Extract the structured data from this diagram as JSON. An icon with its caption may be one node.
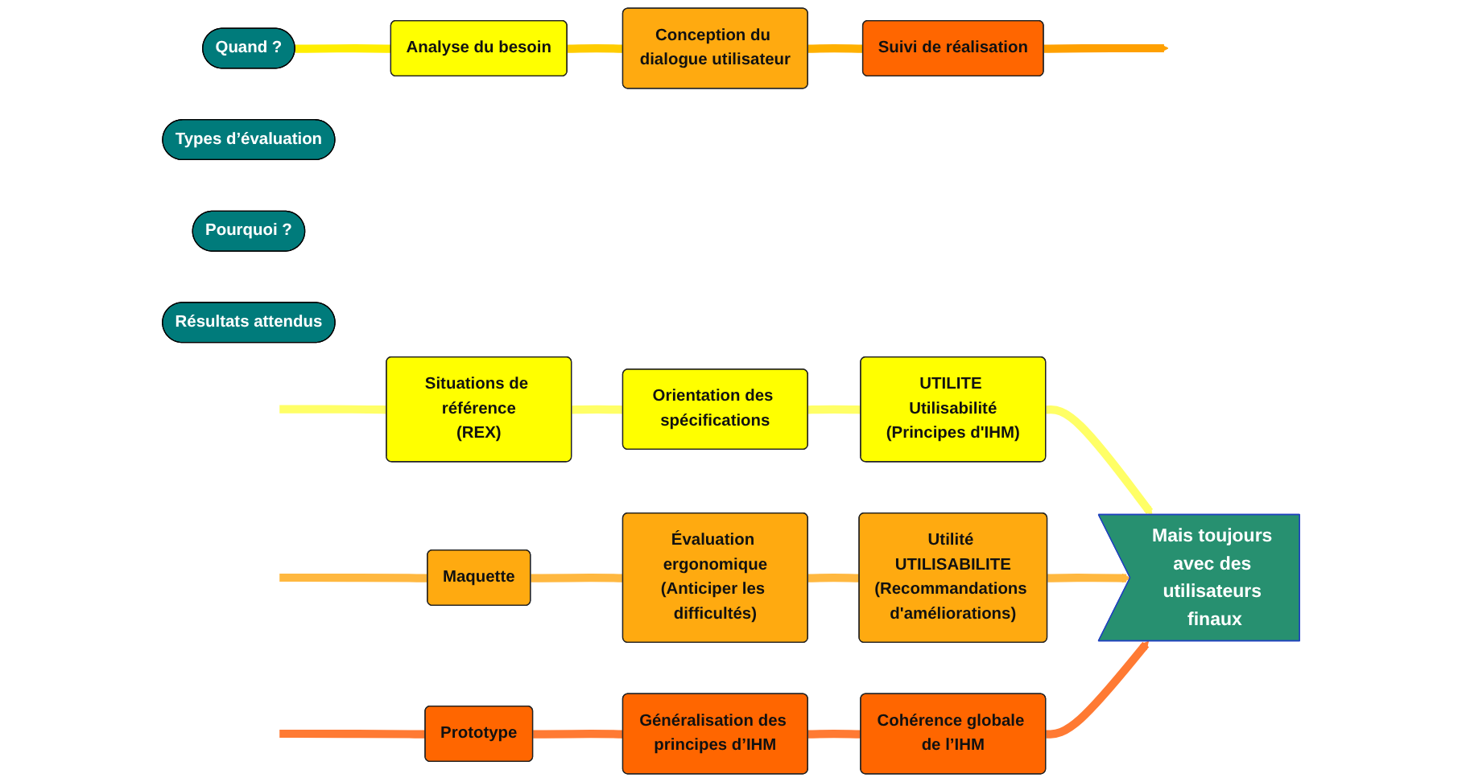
{
  "diagram": {
    "nodes": [
      {
        "text": [
          "Quand ?"
        ]
      },
      {
        "text": [
          "Types d’évaluation"
        ]
      },
      {
        "text": [
          "Pourquoi ?"
        ]
      },
      {
        "text": [
          "Résultats attendus"
        ]
      },
      {
        "text": [
          "Analyse du besoin"
        ]
      },
      {
        "text": [
          "Situations de référence",
          "(REX)"
        ]
      },
      {
        "text": [
          "Orientation des spécifications"
        ]
      },
      {
        "text": [
          "UTILITE Utilisabilité",
          "(Principes d'IHM)"
        ]
      },
      {
        "text": [
          "Conception du dialogue utilisateur"
        ]
      },
      {
        "text": [
          "Maquette"
        ]
      },
      {
        "text": [
          "Évaluation ergonomique",
          "(Anticiper les difficultés)"
        ]
      },
      {
        "text": [
          "Utilité UTILISABILITE",
          "(Recommandations d'améliorations)"
        ]
      },
      {
        "text": [
          "Suivi de réalisation"
        ]
      },
      {
        "text": [
          "Prototype"
        ]
      },
      {
        "text": [
          "Généralisation des principes d’IHM"
        ]
      },
      {
        "text": [
          "Cohérence globale de l’IHM"
        ]
      },
      {
        "text": [
          "Mais toujours avec des utilisateurs finaux"
        ]
      }
    ],
    "edges": [
      {
        "from": 0,
        "to": 4,
        "arrow": "none",
        "color": "#ffee00"
      },
      {
        "from": 4,
        "to": 8,
        "arrow": "none",
        "color": "#ffcc00"
      },
      {
        "from": 8,
        "to": 12,
        "arrow": "none",
        "color": "#ffb000"
      },
      {
        "from": 12,
        "to": null,
        "arrow": "to",
        "color": "#ffa000"
      },
      {
        "from": null,
        "to": 5,
        "arrow": "none",
        "color": "#ffff66"
      },
      {
        "from": 5,
        "to": 6,
        "arrow": "none",
        "color": "#ffff66"
      },
      {
        "from": 6,
        "to": 7,
        "arrow": "none",
        "color": "#ffff66"
      },
      {
        "from": 7,
        "to": 16,
        "arrow": "to",
        "color": "#ffff66"
      },
      {
        "from": null,
        "to": 9,
        "arrow": "none",
        "color": "#ffb840"
      },
      {
        "from": 9,
        "to": 10,
        "arrow": "none",
        "color": "#ffb840"
      },
      {
        "from": 10,
        "to": 11,
        "arrow": "none",
        "color": "#ffb840"
      },
      {
        "from": 11,
        "to": 16,
        "arrow": "to",
        "color": "#ffb840"
      },
      {
        "from": null,
        "to": 13,
        "arrow": "none",
        "color": "#ff7a33"
      },
      {
        "from": 13,
        "to": 14,
        "arrow": "none",
        "color": "#ff7a33"
      },
      {
        "from": 14,
        "to": 15,
        "arrow": "none",
        "color": "#ff7a33"
      },
      {
        "from": 15,
        "to": 16,
        "arrow": "to",
        "color": "#ff7a33"
      }
    ]
  }
}
